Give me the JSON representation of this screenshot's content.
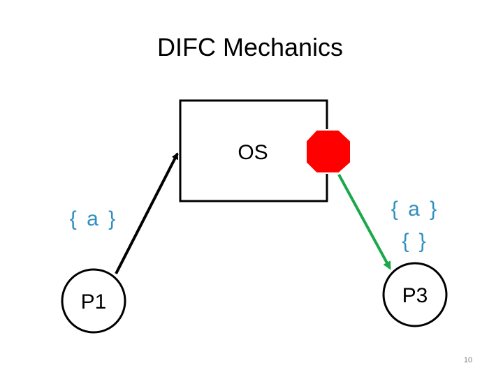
{
  "slide": {
    "title": "DIFC Mechanics",
    "page_number": "10"
  },
  "os": {
    "label": "OS"
  },
  "processes": {
    "p1": {
      "label": "P1",
      "tag": "{ a }"
    },
    "p3": {
      "label": "P3",
      "tag_line1": "{ a }",
      "tag_line2": "{ }"
    }
  },
  "colors": {
    "flow_allowed": "#000000",
    "flow_to_p3": "#1aa84a",
    "stop_sign": "#ff0000",
    "label_text": "#2f8fbf"
  },
  "icons": {
    "stop": "stop-sign-octagon"
  }
}
